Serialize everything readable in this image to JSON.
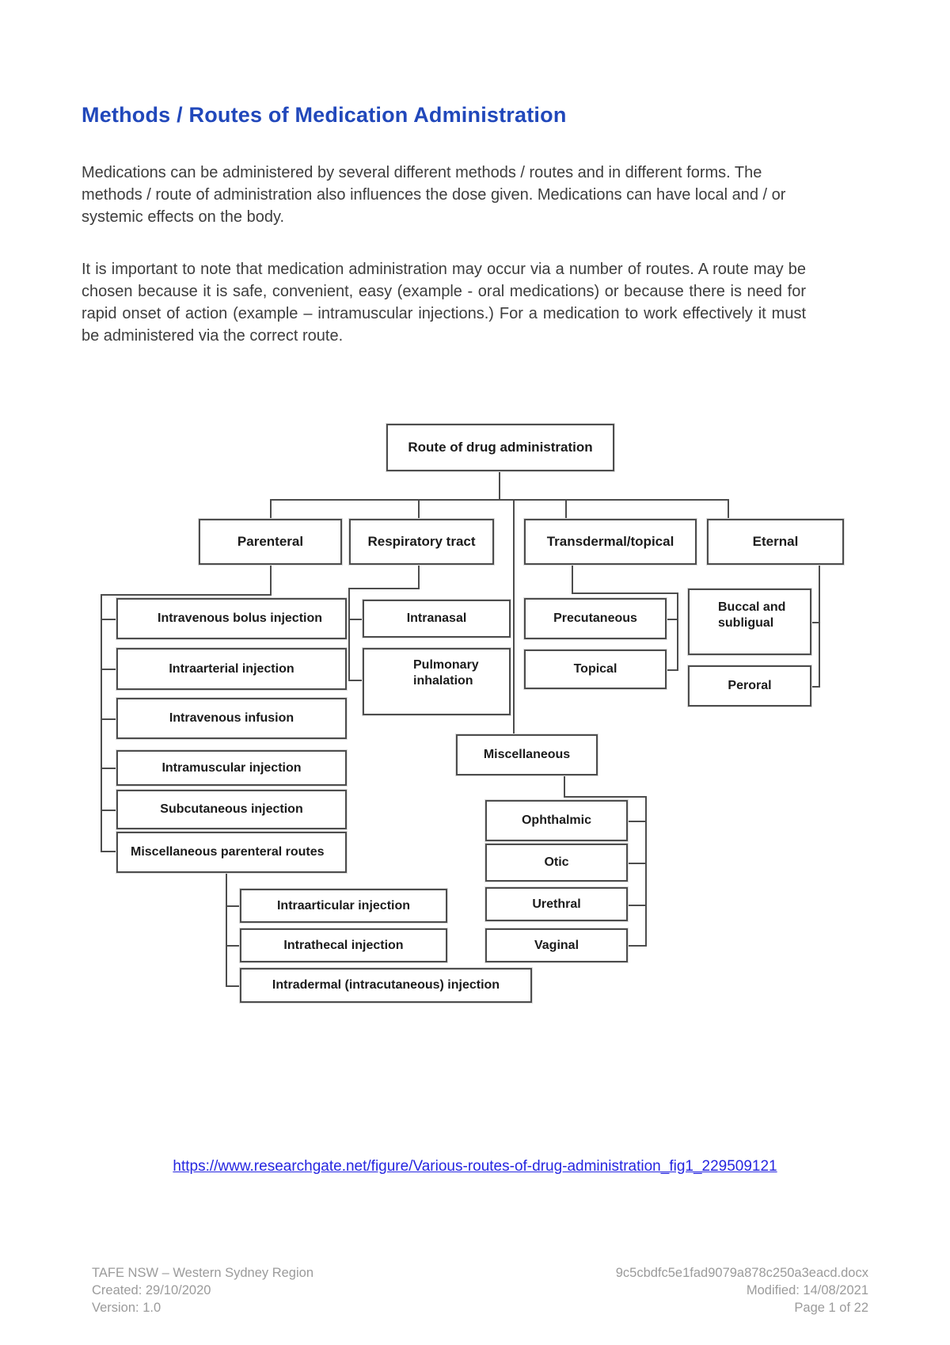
{
  "doc": {
    "title": "Methods / Routes of Medication Administration",
    "paragraphs": [
      "Medications can be administered by several different methods / routes and in different forms. The methods / route of administration also influences the dose given. Medications can have local and / or systemic effects on the body.",
      "It is important to note that medication administration may occur via a number of routes. A route may be chosen because it is safe, convenient, easy (example - oral medications) or because there is need for rapid onset of action (example – intramuscular injections.) For a medication to work effectively it must be administered via the correct route."
    ],
    "link": "https://www.researchgate.net/figure/Various-routes-of-drug-administration_fig1_229509121",
    "footer": {
      "left": [
        "TAFE NSW – Western Sydney Region",
        "Created: 29/10/2020",
        "Version: 1.0"
      ],
      "right": [
        "9c5cbdfc5e1fad9079a878c250a3eacd.docx",
        "Modified: 14/08/2021",
        "Page 1 of 22"
      ]
    }
  },
  "colors": {
    "heading_blue": "#2148bb",
    "link_blue": "#2626e0",
    "diagram_line": "#4d4d4d",
    "body_text": "#3d3d3d",
    "footer_gray": "#9b9b9b"
  },
  "diagram": {
    "root": "Route of drug administration",
    "nodes": {
      "route": "Route of drug administration",
      "parenteral": "Parenteral",
      "respiratory": "Respiratory tract",
      "transdermal": "Transdermal/topical",
      "eternal": "Eternal",
      "iv_bolus": "Intravenous bolus injection",
      "intraarterial": "Intraarterial injection",
      "iv_infusion": "Intravenous infusion",
      "intramuscular": "Intramuscular injection",
      "subcutaneous": "Subcutaneous injection",
      "misc_parenteral": "Miscellaneous parenteral routes",
      "intraarticular": "Intraarticular injection",
      "intrathecal": "Intrathecal injection",
      "intradermal": "Intradermal (intracutaneous) injection",
      "intranasal": "Intranasal",
      "pulmonary": "Pulmonary inhalation",
      "precutaneous": "Precutaneous",
      "topical": "Topical",
      "buccal": "Buccal and subligual",
      "peroral": "Peroral",
      "miscellaneous": "Miscellaneous",
      "ophthalmic": "Ophthalmic",
      "otic": "Otic",
      "urethral": "Urethral",
      "vaginal": "Vaginal"
    }
  }
}
